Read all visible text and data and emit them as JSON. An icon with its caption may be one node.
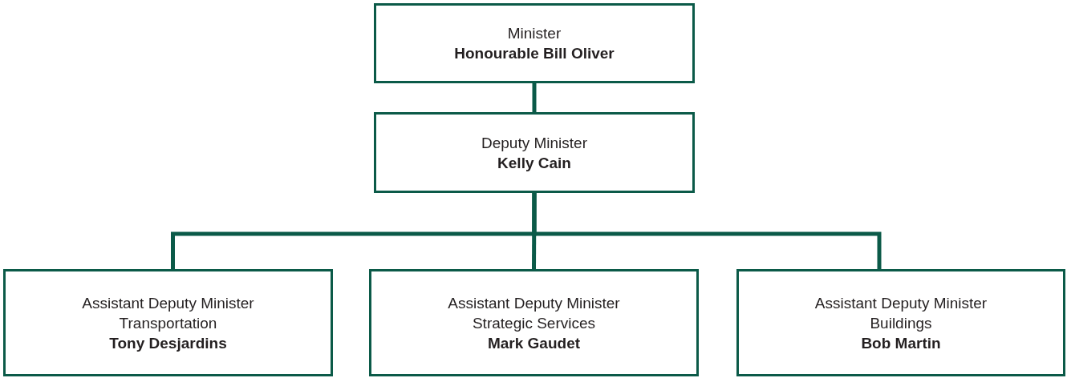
{
  "diagram": {
    "nodes": [
      {
        "text": [
          "Minister",
          "Honourable Bill Oliver"
        ]
      },
      {
        "text": [
          "Deputy Minister",
          "Kelly Cain"
        ]
      },
      {
        "text": [
          "Assistant Deputy Minister",
          "Transportation",
          "Tony Desjardins"
        ]
      },
      {
        "text": [
          "Assistant Deputy Minister",
          "Strategic Services",
          "Mark Gaudet"
        ]
      },
      {
        "text": [
          "Assistant Deputy Minister",
          "Buildings",
          "Bob Martin"
        ]
      }
    ],
    "edges": [
      {
        "from": 0,
        "to": 1,
        "arrow": "none"
      },
      {
        "from": 1,
        "to": 2,
        "arrow": "none"
      },
      {
        "from": 1,
        "to": 3,
        "arrow": "none"
      },
      {
        "from": 1,
        "to": 4,
        "arrow": "none"
      }
    ]
  }
}
